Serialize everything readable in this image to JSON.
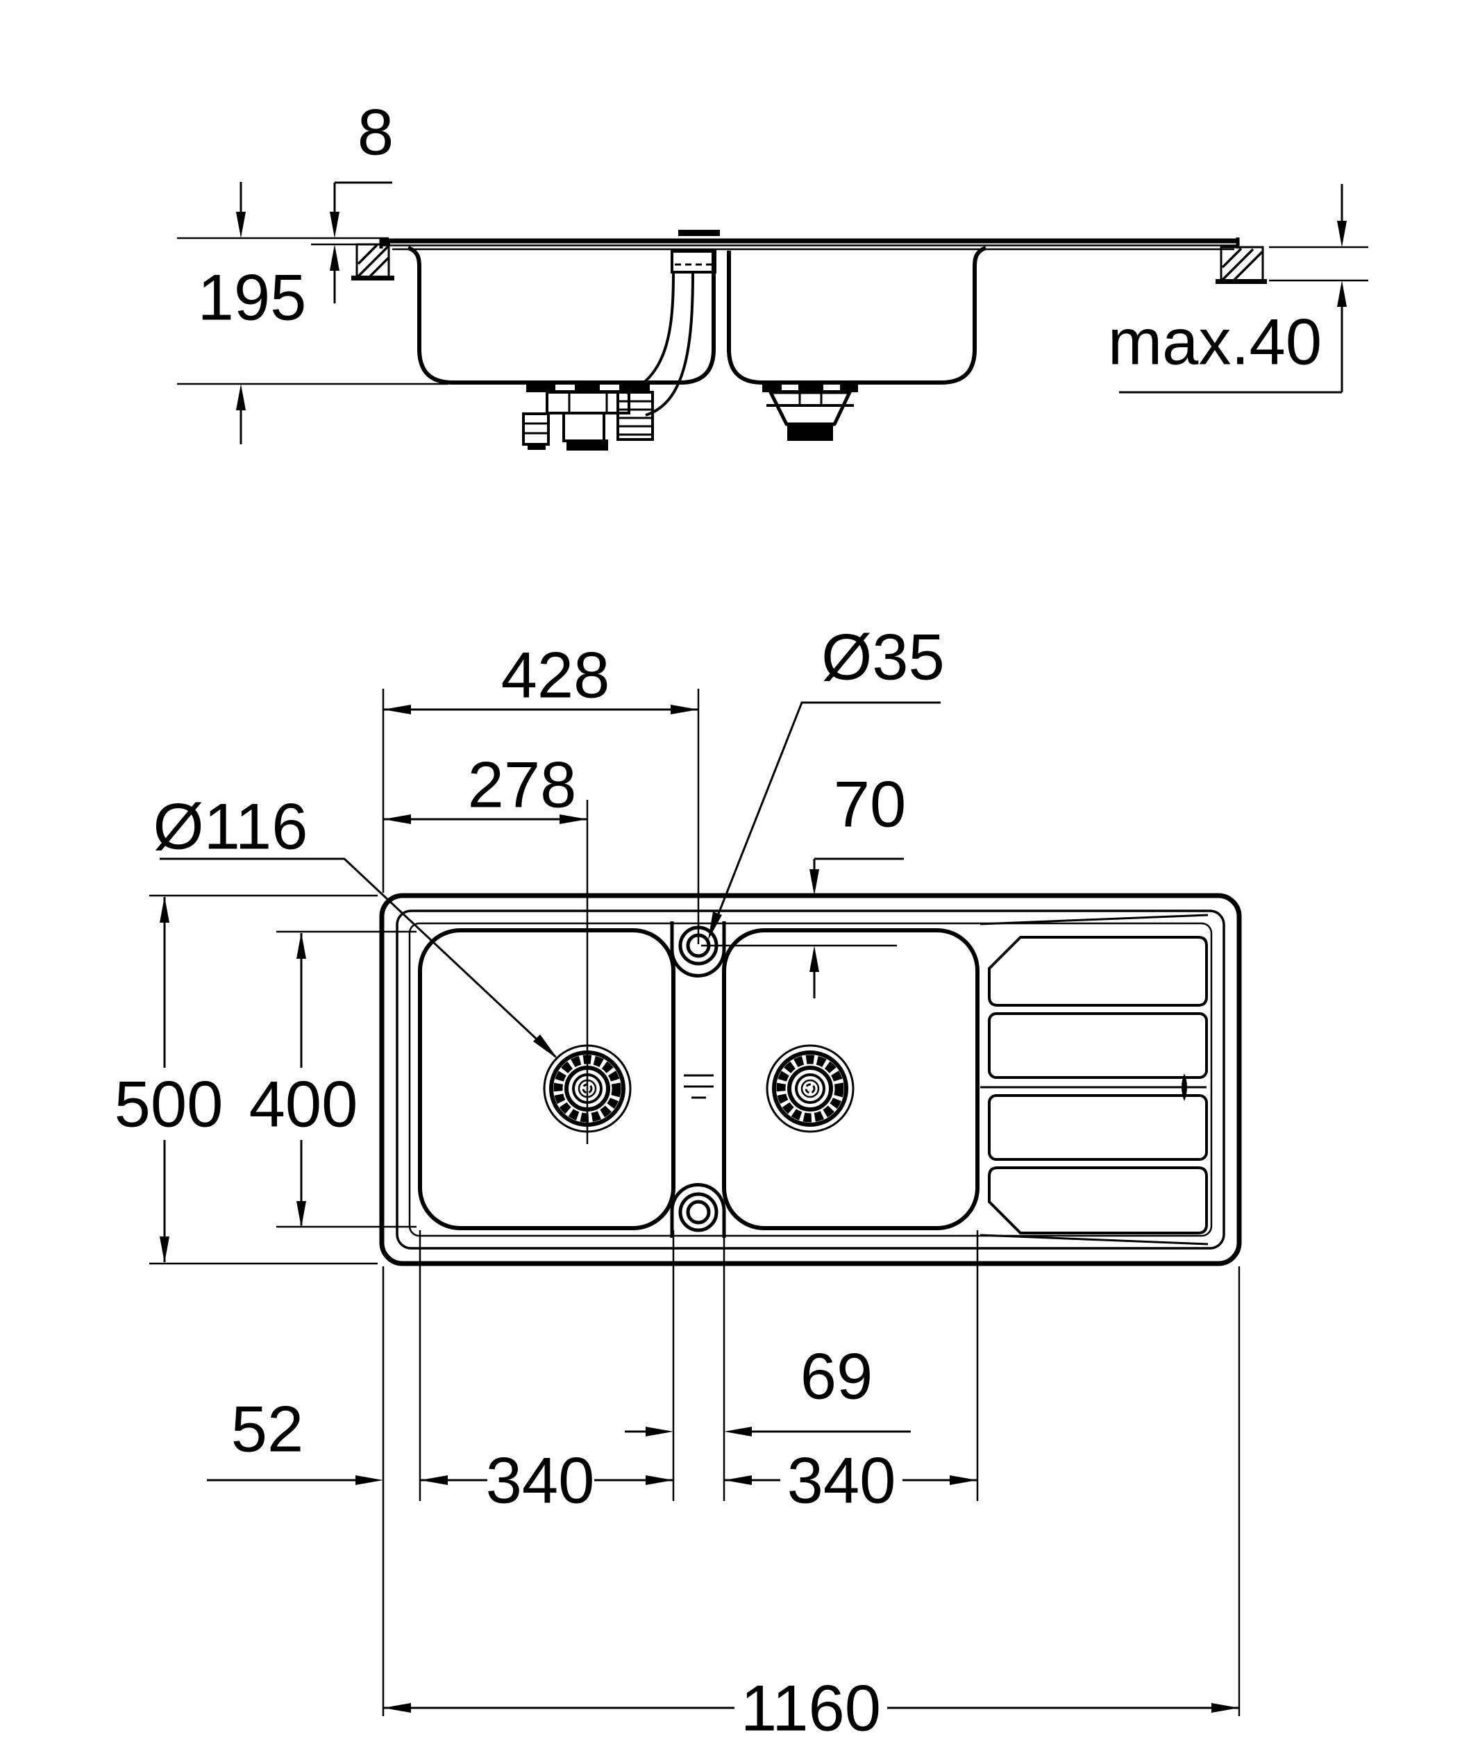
{
  "title": "Kitchen sink technical installation drawing, double bowl with drainboard",
  "colors": {
    "ink": "#000000",
    "paper": "#ffffff"
  },
  "section_view": {
    "name": "front section view",
    "dims": {
      "rim_height": "8",
      "bowl_depth": "195",
      "counter_thickness_max": "max.40"
    }
  },
  "plan_view": {
    "name": "top plan view",
    "dims": {
      "tap_center_from_left": "428",
      "drain_center_from_left": "278",
      "drain_diameter": "Ø116",
      "tap_hole_diameter": "Ø35",
      "tap_center_from_front": "70",
      "overall_depth": "500",
      "bowl_inner_depth": "400",
      "edge_to_bowl": "52",
      "left_bowl_width": "340",
      "bowl_gap": "69",
      "right_bowl_width": "340",
      "overall_width": "1160"
    }
  }
}
